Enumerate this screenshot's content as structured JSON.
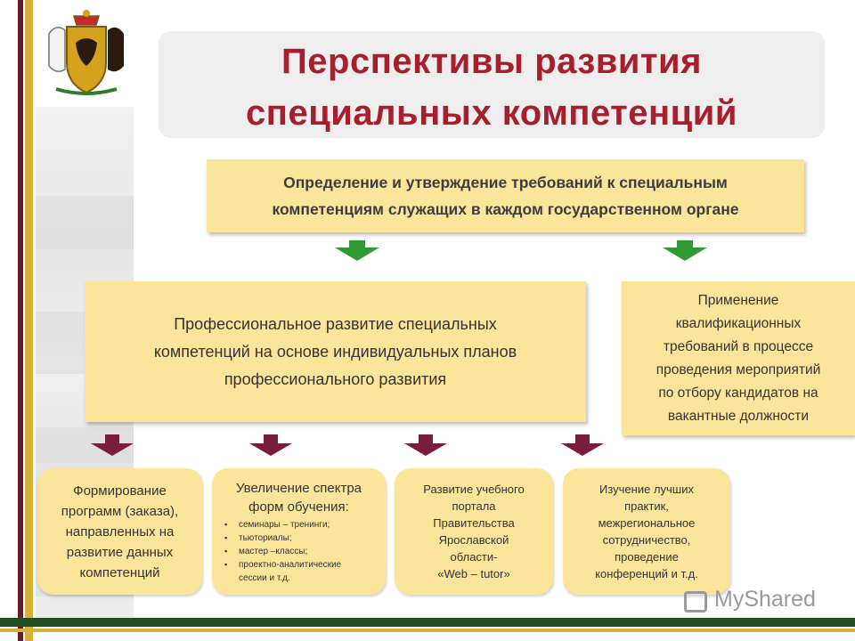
{
  "title": {
    "line1": "Перспективы  развития",
    "line2": "специальных компетенций"
  },
  "top_box": {
    "text": "Определение и утверждение  требований к  специальным\nкомпетенциям служащих в каждом государственном органе"
  },
  "middle_box": {
    "text": "Профессиональное развитие  специальных\nкомпетенций на основе индивидуальных планов\nпрофессионального развития"
  },
  "right_box": {
    "text": "Применение\nквалификационных\nтребований  в процессе\nпроведения мероприятий\nпо отбору кандидатов на\nвакантные должности"
  },
  "bottom_boxes": {
    "box1": "Формирование\nпрограмм (заказа),\nнаправленных на\nразвитие данных\nкомпетенций",
    "box2": {
      "heading": "Увеличение спектра\nформ обучения:",
      "items": [
        "семинары – тренинги;",
        "тьюториалы;",
        "мастер –классы;",
        "проектно-аналитические\nсессии и т.д."
      ]
    },
    "box3": "Развитие учебного\nпортала\nПравительства\nЯрославской\nобласти-\n«Web – tutor»",
    "box4": "Изучение лучших\nпрактик,\nмежрегиональное\nсотрудничество,\nпроведение\nконференций и т.д."
  },
  "watermark": "MyShared",
  "colors": {
    "title": "#a81e2c",
    "box_fill": "#fbe59a",
    "arrow_green": "#2f9a33",
    "arrow_maroon": "#7a1c3a",
    "bottom_bar": "#214f22",
    "accent_gold": "#d6b23a"
  },
  "icons": [
    "coat-of-arms-icon",
    "arrow-down-icon",
    "myshared-logo-icon"
  ]
}
